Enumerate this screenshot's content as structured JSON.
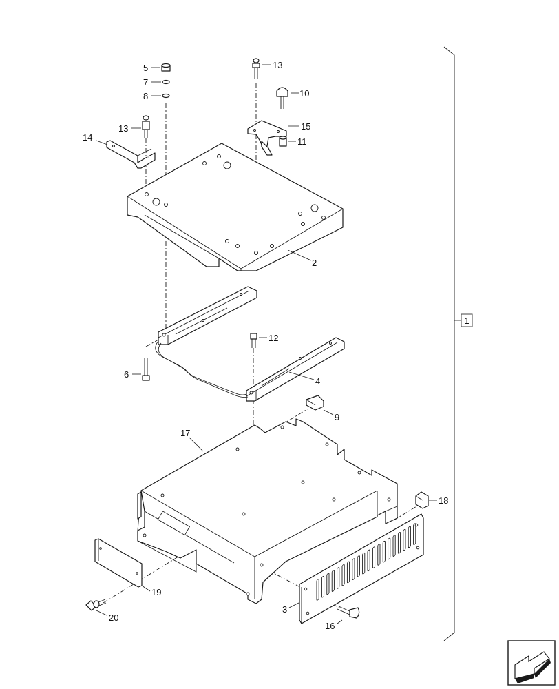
{
  "diagram": {
    "assembly_label": "1",
    "callouts": {
      "c1": "1",
      "c2": "2",
      "c3": "3",
      "c4": "4",
      "c5": "5",
      "c6": "6",
      "c7": "7",
      "c8": "8",
      "c9": "9",
      "c10": "10",
      "c11": "11",
      "c12": "12",
      "c13a": "13",
      "c13b": "13",
      "c14": "14",
      "c15": "15",
      "c16": "16",
      "c17": "17",
      "c18": "18",
      "c19": "19",
      "c20": "20"
    },
    "nav_icon": "next-page-arrow-icon"
  }
}
